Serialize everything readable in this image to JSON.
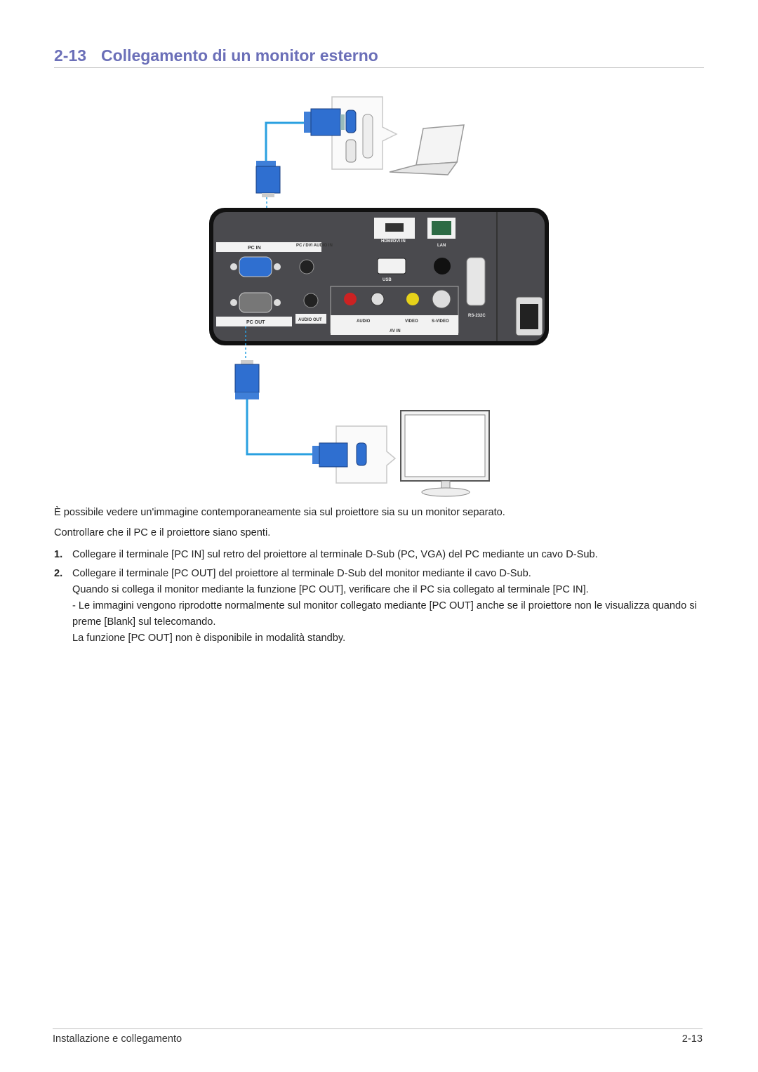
{
  "heading": {
    "number": "2-13",
    "title": "Collegamento di un monitor esterno"
  },
  "figure": {
    "labels": {
      "pc_in": "PC IN",
      "pc_dvi_audio_in": "PC / DVI AUDIO IN",
      "hdmi_dvi_in": "HDMI/DVI IN",
      "lan": "LAN",
      "usb": "USB",
      "pc_out": "PC OUT",
      "audio_out": "AUDIO OUT",
      "audio": "AUDIO",
      "video": "VIDEO",
      "s_video": "S-VIDEO",
      "av_in": "AV IN",
      "rs232c": "RS-232C"
    }
  },
  "body": {
    "intro": "È possibile vedere un'immagine contemporaneamente sia sul proiettore sia su un monitor separato.",
    "check": "Controllare che il PC e il proiettore siano spenti.",
    "steps": [
      {
        "num": "1.",
        "text": "Collegare il terminale [PC IN] sul retro del proiettore al terminale D-Sub (PC, VGA) del PC mediante un cavo D-Sub."
      },
      {
        "num": "2.",
        "text": "Collegare il terminale [PC OUT] del proiettore al terminale D-Sub del monitor mediante il cavo D-Sub."
      }
    ],
    "step2_extra": "Quando si collega il monitor mediante la funzione [PC OUT], verificare che il PC sia collegato al terminale [PC IN].",
    "note1": "- Le immagini vengono riprodotte normalmente sul monitor collegato mediante [PC OUT] anche se il proiettore non le visualizza quando si preme [Blank] sul telecomando.",
    "note2": "La funzione [PC OUT] non è disponibile in modalità standby."
  },
  "footer": {
    "section": "Installazione e collegamento",
    "page": "2-13"
  },
  "colors": {
    "heading": "#6b6fb8",
    "cable": "#2aa0e0",
    "connector": "#2f6fd0",
    "panel": "#4a4a4e"
  }
}
